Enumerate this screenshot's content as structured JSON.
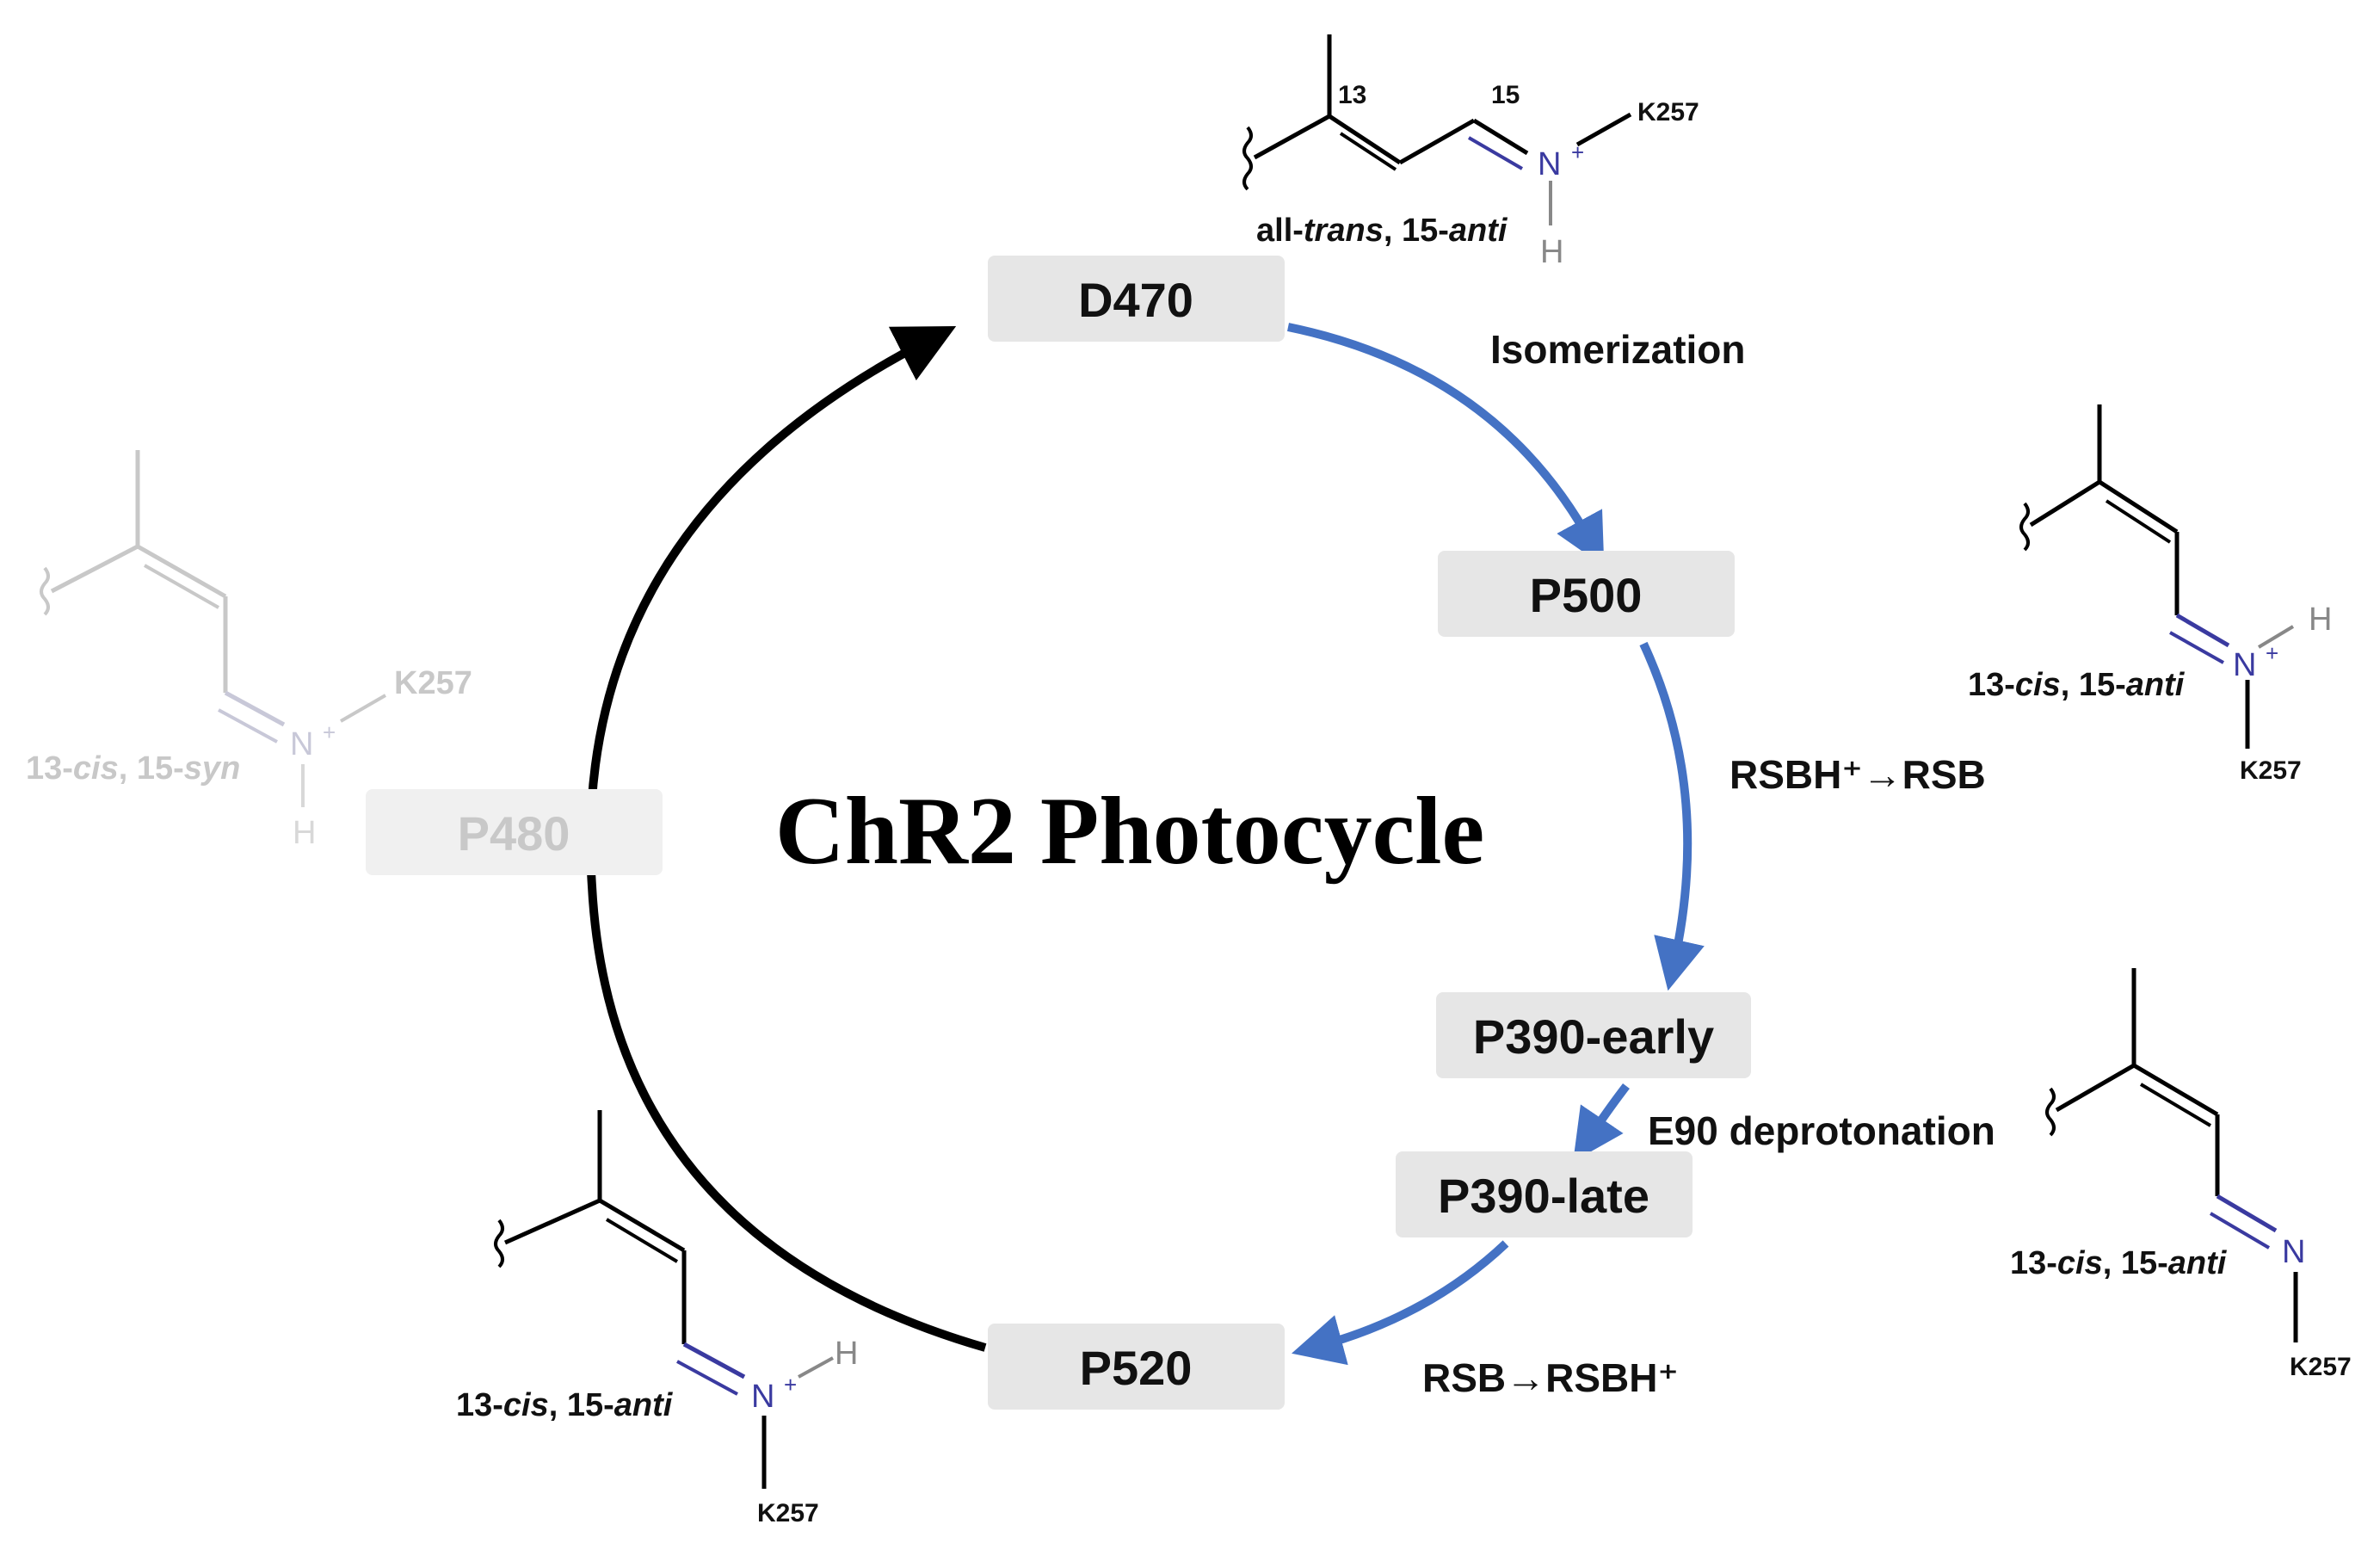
{
  "diagram": {
    "title": "ChR2 Photocycle",
    "colors": {
      "blue_arrow": "#4472c4",
      "black_arrow": "#000000",
      "state_box": "#e6e6e6",
      "nitrogen": "#3a3aa0",
      "faded": "#c8c8c8"
    },
    "states": {
      "d470": "D470",
      "p500": "P500",
      "p390_early": "P390-early",
      "p390_late": "P390-late",
      "p520": "P520",
      "p480": "P480"
    },
    "transitions": {
      "isomerization": "Isomerization",
      "rsbh_to_rsb": "RSBH⁺→RSB",
      "e90": "E90 deprotonation",
      "rsb_to_rsbh": "RSB→RSBH⁺"
    },
    "structures": {
      "all_trans": {
        "prefix": "all-",
        "i1": "trans",
        "mid": ", 15-",
        "i2": "anti",
        "n": "N",
        "plus": "+",
        "h": "H",
        "lys": "K257",
        "c13": "13",
        "c15": "15"
      },
      "p500": {
        "prefix": "13-",
        "i1": "cis",
        "mid": ", 15-",
        "i2": "anti",
        "n": "N",
        "plus": "+",
        "h": "H",
        "lys": "K257"
      },
      "p390": {
        "prefix": "13-",
        "i1": "cis",
        "mid": ", 15-",
        "i2": "anti",
        "n": "N",
        "lys": "K257"
      },
      "p520": {
        "prefix": "13-",
        "i1": "cis",
        "mid": ", 15-",
        "i2": "anti",
        "n": "N",
        "plus": "+",
        "h": "H",
        "lys": "K257"
      },
      "p480": {
        "prefix": "13-",
        "i1": "cis",
        "mid": ", 15-",
        "i2": "syn",
        "n": "N",
        "plus": "+",
        "h": "H",
        "lys": "K257"
      }
    }
  }
}
